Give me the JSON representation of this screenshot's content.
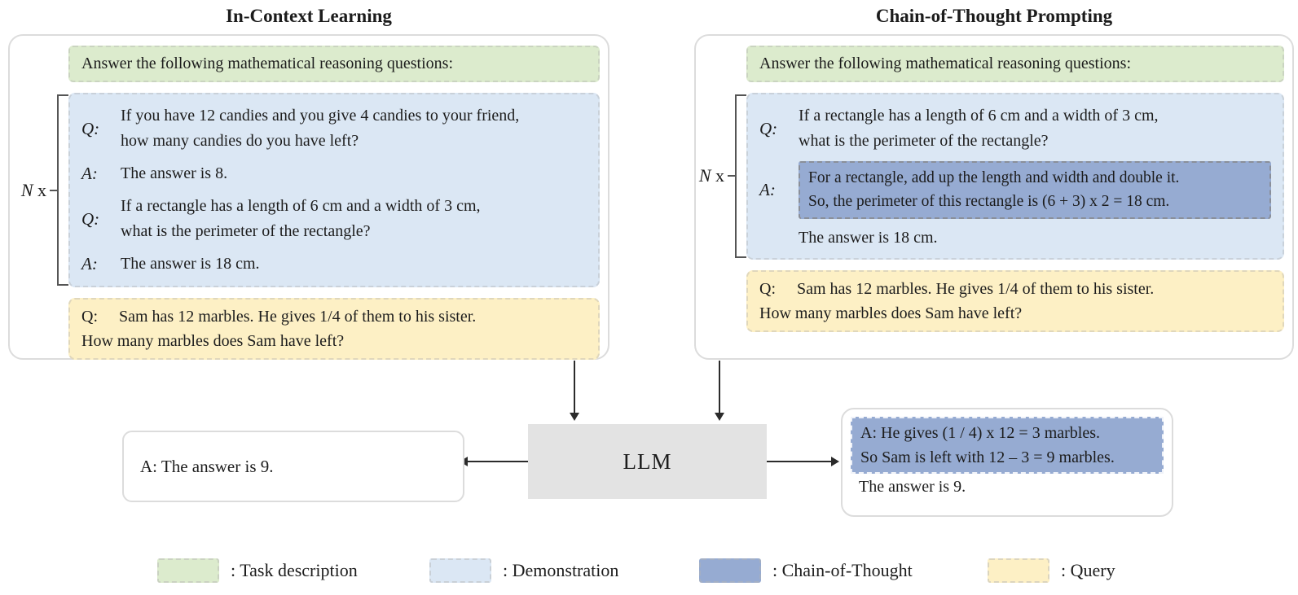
{
  "colors": {
    "task": "#dcebcd",
    "demonstration": "#dbe7f4",
    "cot": "#96abd2",
    "query": "#fdf0c5",
    "llm": "#e3e3e3"
  },
  "left_panel": {
    "title": "In-Context Learning",
    "task_description": "Answer the following mathematical reasoning questions:",
    "multiplier": {
      "n": "N",
      "x": "x"
    },
    "demonstration": {
      "rows": [
        {
          "label": "Q:",
          "lines": [
            "If you have 12 candies and you give 4 candies to your friend,",
            "how many candies do you have left?"
          ]
        },
        {
          "label": "A:",
          "lines": [
            "The answer is 8."
          ]
        },
        {
          "label": "Q:",
          "lines": [
            "If a rectangle has a length of 6 cm and a width of 3 cm,",
            "what is the perimeter of the rectangle?"
          ]
        },
        {
          "label": "A:",
          "lines": [
            "The answer is 18 cm."
          ]
        }
      ]
    },
    "query": {
      "label": "Q:",
      "line1": "Sam has 12 marbles. He gives 1/4 of them to his sister.",
      "line2": "How many marbles does Sam have left?"
    }
  },
  "right_panel": {
    "title": "Chain-of-Thought Prompting",
    "task_description": "Answer the following mathematical reasoning questions:",
    "multiplier": {
      "n": "N",
      "x": "x"
    },
    "demonstration": {
      "question": {
        "label": "Q:",
        "lines": [
          "If a rectangle has a length of 6 cm and a width of 3 cm,",
          "what is the perimeter of the rectangle?"
        ]
      },
      "answer": {
        "label": "A:",
        "cot_lines": [
          "For a rectangle, add up the length and width and double it.",
          "So, the perimeter of this rectangle is (6 + 3) x 2 = 18 cm."
        ]
      },
      "closing": "The answer is 18 cm."
    },
    "query": {
      "label": "Q:",
      "line1": "Sam has 12 marbles. He gives 1/4 of them to his sister.",
      "line2": "How many marbles does Sam have left?"
    }
  },
  "outputs": {
    "icl_answer": "A: The answer is 9.",
    "llm_label": "LLM",
    "cot_answer": {
      "lines": [
        "A: He gives (1 / 4) x 12 = 3 marbles.",
        "So Sam is left with 12 – 3 = 9 marbles."
      ],
      "closing": "The answer is 9."
    }
  },
  "legend": {
    "items": [
      {
        "label": ": Task description",
        "color": "#dcebcd"
      },
      {
        "label": ": Demonstration",
        "color": "#dbe7f4"
      },
      {
        "label": ": Chain-of-Thought",
        "color": "#96abd2"
      },
      {
        "label": ": Query",
        "color": "#fdf0c5"
      }
    ]
  }
}
